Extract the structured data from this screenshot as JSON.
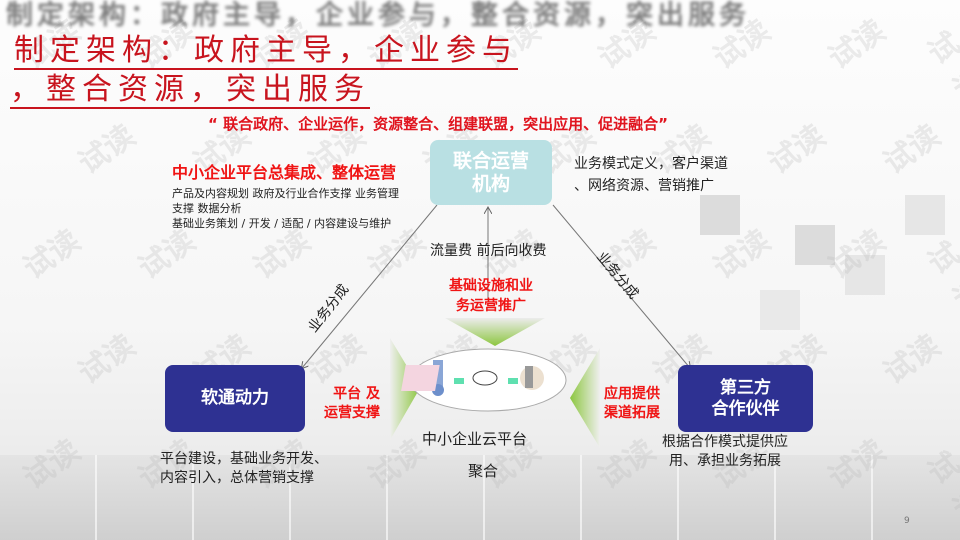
{
  "title": {
    "line1": "制定架构：政府主导，企业参与",
    "line2": "，整合资源，突出服务",
    "ghost": "制定架构：政府主导，企业参与，整合资源，突出服务"
  },
  "quote": "“ 联合政府、企业运作，资源整合、组建联盟，突出应用、促进融合”",
  "top_box": {
    "line1": "联合运营",
    "line2": "机构"
  },
  "left_heading": "中小企业平台总集成、整体运营",
  "left_details": [
    "产品及内容规划 政府及行业合作支撑 业务管理",
    "支撑 数据分析",
    "基础业务策划 / 开发 / 适配 / 内容建设与维护"
  ],
  "right_top_text": [
    "业务模式定义，客户渠道",
    "、网络资源、营销推广"
  ],
  "fee_label": "流量费 前后向收费",
  "share_left": "业务分成",
  "share_right": "业务分成",
  "center_red": [
    "基础设施和业",
    "务运营推广"
  ],
  "left_box": "软通动力",
  "left_red": [
    "平台 及",
    "运营支撑"
  ],
  "right_box": {
    "line1": "第三方",
    "line2": "合作伙伴"
  },
  "right_red": [
    "应用提供",
    "渠道拓展"
  ],
  "center_label": "中小企业云平台",
  "center_sub": "聚合",
  "bottom_left": [
    "平台建设，基础业务开发、",
    "内容引入，总体营销支撑"
  ],
  "bottom_right": [
    "根据合作模式提供应",
    "用、承担业务拓展"
  ],
  "watermark": "试读",
  "page_number": "9",
  "colors": {
    "title_red": "#c8141e",
    "top_box": "#b9e0e3",
    "side_box": "#2e3192",
    "accent_green": "#8cc63f"
  }
}
